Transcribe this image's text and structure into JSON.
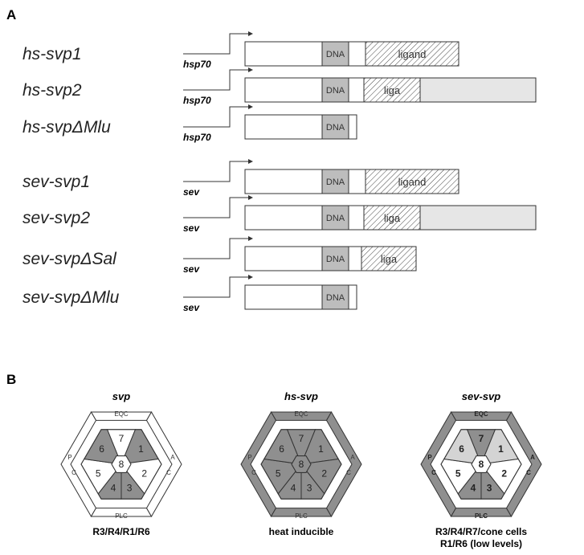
{
  "panel_a": {
    "label": "A",
    "constructs": [
      {
        "name": "hs-svp1",
        "promoter": "hsp70",
        "dna": "DNA",
        "ligand": "ligand",
        "ligand_kind": "full",
        "tail": false
      },
      {
        "name": "hs-svp2",
        "promoter": "hsp70",
        "dna": "DNA",
        "ligand": "liga",
        "ligand_kind": "partial",
        "tail": true
      },
      {
        "name": "hs-svpΔMlu",
        "promoter": "hsp70",
        "dna": "DNA",
        "ligand": "",
        "ligand_kind": "none",
        "tail": false
      },
      {
        "name": "sev-svp1",
        "promoter": "sev",
        "dna": "DNA",
        "ligand": "ligand",
        "ligand_kind": "full",
        "tail": false
      },
      {
        "name": "sev-svp2",
        "promoter": "sev",
        "dna": "DNA",
        "ligand": "liga",
        "ligand_kind": "partial",
        "tail": true
      },
      {
        "name": "sev-svpΔSal",
        "promoter": "sev",
        "dna": "DNA",
        "ligand": "liga",
        "ligand_kind": "short",
        "tail": false
      },
      {
        "name": "sev-svpΔMlu",
        "promoter": "sev",
        "dna": "DNA",
        "ligand": "",
        "ligand_kind": "none",
        "tail": false
      }
    ]
  },
  "panel_b": {
    "label": "B",
    "ommatidia": [
      {
        "title": "svp",
        "caption_lines": [
          "R3/R4/R1/R6"
        ],
        "bold_labels": false,
        "segments": {
          "top": "EQC",
          "bottom": "PLC",
          "left_p": "P",
          "left_c": "C",
          "right_a": "A",
          "right_c": "C"
        },
        "segment_fill": "#ffffff",
        "cells": [
          {
            "n": "7",
            "shaded": false
          },
          {
            "n": "1",
            "shaded": true
          },
          {
            "n": "2",
            "shaded": false
          },
          {
            "n": "3",
            "shaded": true
          },
          {
            "n": "4",
            "shaded": true
          },
          {
            "n": "5",
            "shaded": false
          },
          {
            "n": "6",
            "shaded": true
          },
          {
            "n": "8",
            "shaded": false
          }
        ]
      },
      {
        "title": "hs-svp",
        "caption_lines": [
          "heat inducible"
        ],
        "bold_labels": false,
        "segments": {
          "top": "EQC",
          "bottom": "PLC",
          "left_p": "P",
          "left_c": "C",
          "right_a": "A",
          "right_c": "C"
        },
        "segment_fill": "#8f8f8f",
        "cells": [
          {
            "n": "7",
            "shaded": true
          },
          {
            "n": "1",
            "shaded": true
          },
          {
            "n": "2",
            "shaded": true
          },
          {
            "n": "3",
            "shaded": true
          },
          {
            "n": "4",
            "shaded": true
          },
          {
            "n": "5",
            "shaded": true
          },
          {
            "n": "6",
            "shaded": true
          },
          {
            "n": "8",
            "shaded": true
          }
        ]
      },
      {
        "title": "sev-svp",
        "caption_lines": [
          "R3/R4/R7/cone cells",
          "R1/R6 (low levels)"
        ],
        "bold_labels": true,
        "segments": {
          "top": "EQC",
          "bottom": "PLC",
          "left_p": "P",
          "left_c": "C",
          "right_a": "A",
          "right_c": "C"
        },
        "segment_fill": "#8f8f8f",
        "cells": [
          {
            "n": "7",
            "shaded": true
          },
          {
            "n": "1",
            "shaded": "light"
          },
          {
            "n": "2",
            "shaded": false
          },
          {
            "n": "3",
            "shaded": true
          },
          {
            "n": "4",
            "shaded": true
          },
          {
            "n": "5",
            "shaded": false
          },
          {
            "n": "6",
            "shaded": "light"
          },
          {
            "n": "8",
            "shaded": false
          }
        ]
      }
    ]
  },
  "colors": {
    "dna_fill": "#bdbdbd",
    "tail_fill": "#e6e6e6",
    "shade": "#8f8f8f",
    "light_shade": "#d4d4d4",
    "line": "#333333"
  }
}
